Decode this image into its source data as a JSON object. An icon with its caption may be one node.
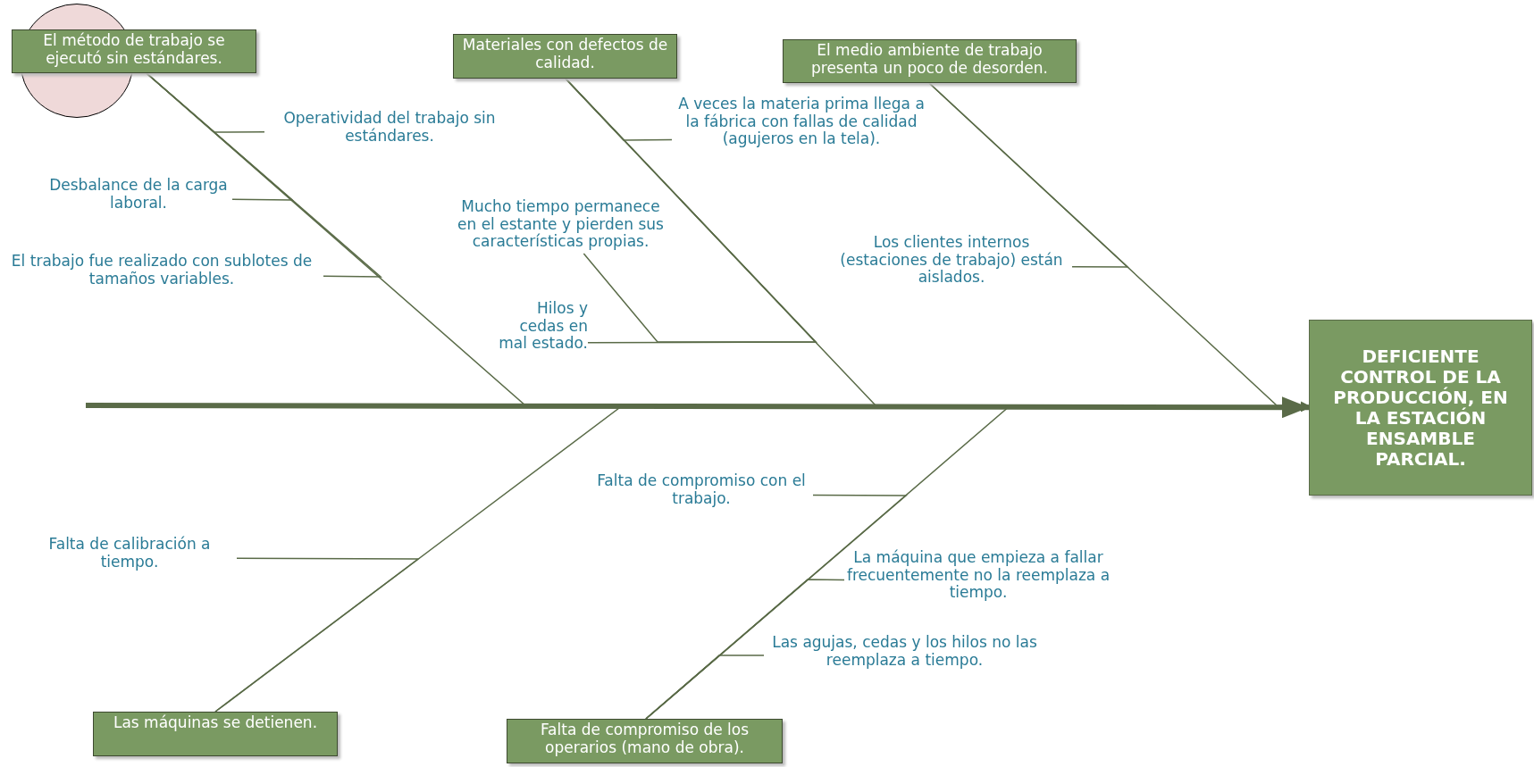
{
  "diagram": {
    "nodes": [
      {
        "text": [
          "DEFICIENTE CONTROL DE LA PRODUCCIÓN, EN LA ESTACIÓN ENSAMBLE PARCIAL."
        ]
      },
      {
        "text": [
          "El método de trabajo se ejecutó sin estándares."
        ]
      },
      {
        "text": [
          "Materiales con defectos de calidad."
        ]
      },
      {
        "text": [
          "El medio ambiente de trabajo presenta un poco de desorden."
        ]
      },
      {
        "text": [
          "Las máquinas se detienen."
        ]
      },
      {
        "text": [
          "Falta de compromiso de los operarios (mano de obra)."
        ]
      },
      {
        "text": [
          "Operatividad del trabajo sin estándares."
        ]
      },
      {
        "text": [
          "Desbalance de la carga laboral."
        ]
      },
      {
        "text": [
          "El trabajo fue realizado con sublotes de tamaños variables."
        ]
      },
      {
        "text": [
          "A veces la materia prima llega a la fábrica con fallas de calidad (agujeros en la tela)."
        ]
      },
      {
        "text": [
          "Mucho tiempo permanece en el estante y pierden sus características propias."
        ]
      },
      {
        "text": [
          "Hilos y cedas en mal estado."
        ]
      },
      {
        "text": [
          "Los clientes internos (estaciones de trabajo) están aislados."
        ]
      },
      {
        "text": [
          "Falta de calibración a tiempo."
        ]
      },
      {
        "text": [
          "Falta de compromiso con el trabajo."
        ]
      },
      {
        "text": [
          "La máquina que empieza a fallar frecuentemente no la reemplaza a tiempo."
        ]
      },
      {
        "text": [
          "Las agujas, cedas y los hilos no las reemplaza a tiempo."
        ]
      },
      {
        "text": [],
        "shape": "circle"
      }
    ],
    "edges": [
      {
        "from": null,
        "to": 0,
        "arrow": "to",
        "style": "thick"
      },
      {
        "from": 1,
        "to": 0,
        "arrow": "to"
      },
      {
        "from": 2,
        "to": 0,
        "arrow": "to"
      },
      {
        "from": 3,
        "to": 0,
        "arrow": "to"
      },
      {
        "from": 4,
        "to": 0,
        "arrow": "to"
      },
      {
        "from": 5,
        "to": 0,
        "arrow": "to"
      },
      {
        "from": 6,
        "to": 1,
        "arrow": "none"
      },
      {
        "from": 7,
        "to": 1,
        "arrow": "none"
      },
      {
        "from": 8,
        "to": 1,
        "arrow": "none"
      },
      {
        "from": 9,
        "to": 2,
        "arrow": "none"
      },
      {
        "from": 10,
        "to": 2,
        "arrow": "none"
      },
      {
        "from": 11,
        "to": 2,
        "arrow": "none"
      },
      {
        "from": 12,
        "to": 3,
        "arrow": "none"
      },
      {
        "from": 13,
        "to": 4,
        "arrow": "none"
      },
      {
        "from": 14,
        "to": 5,
        "arrow": "none"
      },
      {
        "from": 15,
        "to": 5,
        "arrow": "none"
      },
      {
        "from": 16,
        "to": 5,
        "arrow": "none"
      }
    ]
  }
}
